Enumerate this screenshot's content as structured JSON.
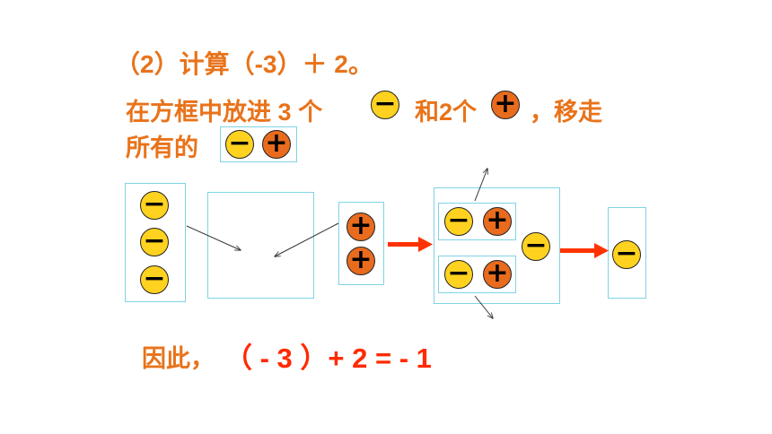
{
  "heading": {
    "part1": "（2）计算（-3）＋ 2。"
  },
  "instruction": {
    "prefix": "在方框中放进",
    "count_neg": "3",
    "unit1": "个",
    "connector": "和2个",
    "suffix": "，移走",
    "line2": "所有的"
  },
  "chips": {
    "neg_symbol": "−",
    "pos_symbol": "+"
  },
  "conclusion": {
    "label": "因此，",
    "equation": "（ - 3 ）+ 2 = - 1"
  },
  "colors": {
    "text_orange": "#E8731A",
    "equation_red": "#FF2A00",
    "neg_chip": "#FFD21F",
    "pos_chip": "#E86B1E",
    "box_border": "#7FD3E6",
    "arrow_red": "#FF3300"
  }
}
